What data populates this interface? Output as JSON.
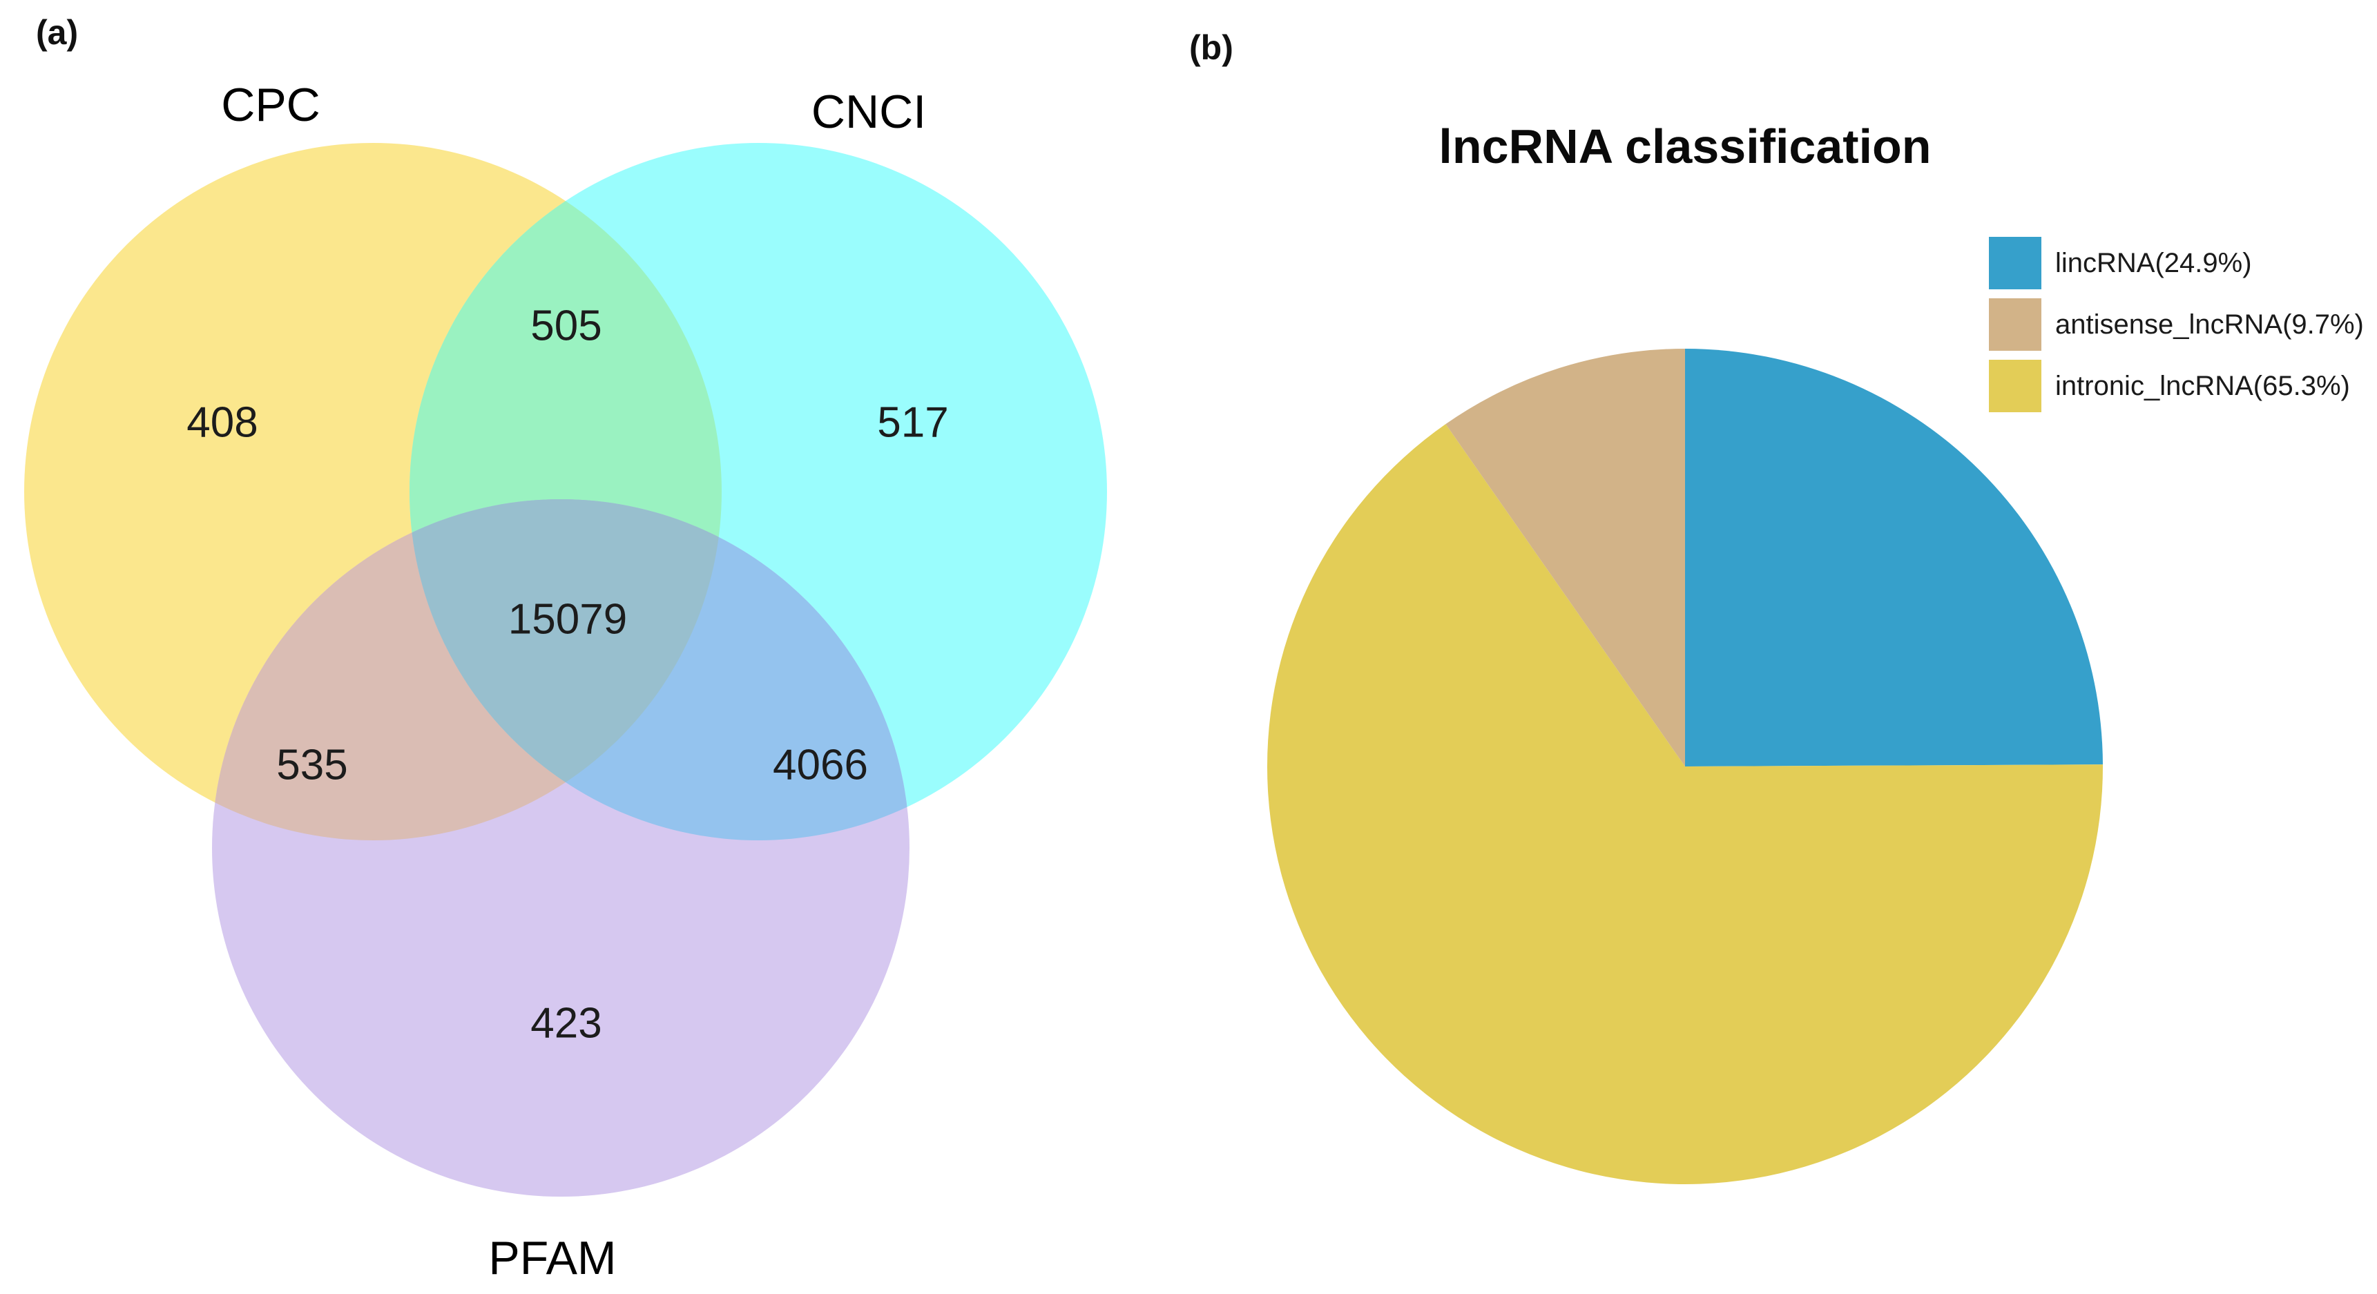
{
  "figure": {
    "panel_a_label": "(a)",
    "panel_b_label": "(b)"
  },
  "chart_data": [
    {
      "type": "venn",
      "panel": "a",
      "sets": [
        "CPC",
        "CNCI",
        "PFAM"
      ],
      "regions": {
        "cpc_only": 408,
        "cnci_only": 517,
        "pfam_only": 423,
        "cpc_cnci": 505,
        "cpc_pfam": 535,
        "cnci_pfam": 4066,
        "cpc_cnci_pfam": 15079
      },
      "colors": {
        "cpc": "#FBE78D",
        "cnci": "#9AFDFD",
        "pfam": "#D6C8F0",
        "cpc_cnci": "#9AF2C1",
        "cpc_pfam": "#DABDB4",
        "cnci_pfam": "#94C3EE",
        "center": "#98BFCE"
      }
    },
    {
      "type": "pie",
      "panel": "b",
      "title": "lncRNA classification",
      "slices": [
        {
          "name": "lincRNA",
          "label": "lincRNA(24.9%)",
          "value": 24.9,
          "color": "#36A0CB"
        },
        {
          "name": "antisense_lncRNA",
          "label": "antisense_lncRNA(9.7%)",
          "value": 9.7,
          "color": "#D2B388"
        },
        {
          "name": "intronic_lncRNA",
          "label": "intronic_lncRNA(65.3%)",
          "value": 65.3,
          "color": "#E3CD57"
        }
      ],
      "clockwise_from_top_order": [
        "lincRNA",
        "intronic_lncRNA",
        "antisense_lncRNA"
      ],
      "start_angle_deg": 0,
      "legend_position": "upper-right"
    }
  ]
}
